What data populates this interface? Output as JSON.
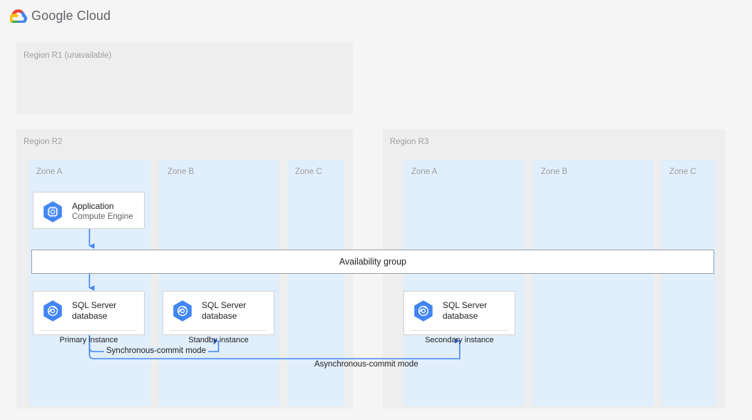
{
  "header": {
    "logo_icon": "google-cloud-logo",
    "brand": "Google Cloud",
    "brand_colors": {
      "blue": "#4285F4",
      "red": "#EA4335",
      "yellow": "#FBBC05",
      "green": "#34A853"
    }
  },
  "colors": {
    "page_background": "#f5f5f5",
    "region_background": "#eeeeee",
    "zone_background": "#e1eefb",
    "card_background": "#ffffff",
    "card_border": "#d2d2d2",
    "connector_blue": "#4285f4",
    "muted_text": "#9e9e9e",
    "body_text": "#202124",
    "icon_blue": "#4285f4"
  },
  "regions": [
    {
      "id": "r1",
      "label": "Region R1 (unavailable)",
      "zones": []
    },
    {
      "id": "r2",
      "label": "Region R2",
      "zones": [
        {
          "id": "r2-zone-a",
          "label": "Zone A"
        },
        {
          "id": "r2-zone-b",
          "label": "Zone B"
        },
        {
          "id": "r2-zone-c",
          "label": "Zone C"
        }
      ]
    },
    {
      "id": "r3",
      "label": "Region R3",
      "zones": [
        {
          "id": "r3-zone-a",
          "label": "Zone A"
        },
        {
          "id": "r3-zone-b",
          "label": "Zone B"
        },
        {
          "id": "r3-zone-c",
          "label": "Zone C"
        }
      ]
    }
  ],
  "cards": {
    "application": {
      "icon": "compute-engine-icon",
      "title": "Application",
      "subtitle": "Compute Engine"
    },
    "database_primary": {
      "icon": "sql-server-database-icon",
      "title": "SQL Server",
      "title_line2": "database",
      "footer": "Primary instance"
    },
    "database_standby": {
      "icon": "sql-server-database-icon",
      "title": "SQL Server",
      "title_line2": "database",
      "footer": "Standby instance"
    },
    "database_secondary": {
      "icon": "sql-server-database-icon",
      "title": "SQL Server",
      "title_line2": "database",
      "footer": "Secondary instance"
    }
  },
  "availability_group": {
    "label": "Availability group"
  },
  "flows": [
    {
      "id": "sync",
      "label": "Synchronous-commit mode"
    },
    {
      "id": "async",
      "label": "Asynchronous-commit mode"
    }
  ]
}
